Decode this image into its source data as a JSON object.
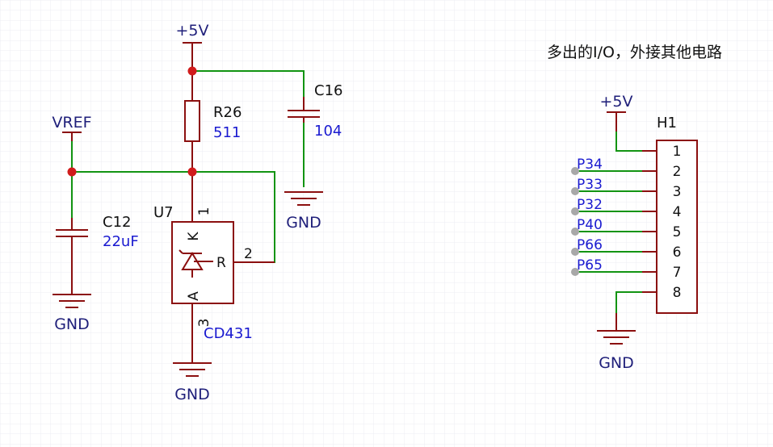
{
  "note": "多出的I/O，外接其他电路",
  "nets": {
    "vcc_main": "+5V",
    "vcc_header": "+5V",
    "vref": "VREF",
    "gnd_c12": "GND",
    "gnd_u7": "GND",
    "gnd_c16": "GND",
    "gnd_h1": "GND"
  },
  "components": {
    "r26": {
      "ref": "R26",
      "value": "511"
    },
    "c16": {
      "ref": "C16",
      "value": "104"
    },
    "c12": {
      "ref": "C12",
      "value": "22uF"
    },
    "u7": {
      "ref": "U7",
      "value": "CD431",
      "pin1": "1",
      "pin2": "2",
      "pin3": "3",
      "k_label": "K",
      "r_label": "R",
      "a_label": "A"
    },
    "h1": {
      "ref": "H1",
      "pins": [
        "1",
        "2",
        "3",
        "4",
        "5",
        "6",
        "7",
        "8"
      ]
    }
  },
  "port_labels": [
    "P34",
    "P33",
    "P32",
    "P40",
    "P66",
    "P65"
  ],
  "colors": {
    "wire": "#129412",
    "part": "#8b0f0f",
    "junction": "#d11c1c",
    "value_text": "#1a1ad0",
    "power_text": "#1f1f7a",
    "port_dot": "#a8a8a8"
  }
}
